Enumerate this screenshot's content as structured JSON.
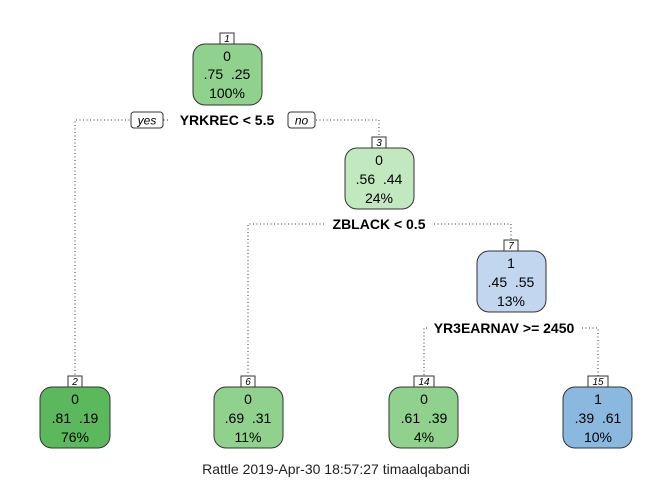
{
  "colors": {
    "green_dark": "#5cb85c",
    "green_mid": "#8fd18d",
    "green_light": "#c2e8bf",
    "blue_light": "#c2d6ef",
    "blue_mid": "#8ab8df",
    "edge": "#333333"
  },
  "nodes": [
    {
      "id": "1",
      "klass": "0",
      "probs": ".75  .25",
      "pct": "100%"
    },
    {
      "id": "3",
      "klass": "0",
      "probs": ".56  .44",
      "pct": "24%"
    },
    {
      "id": "7",
      "klass": "1",
      "probs": ".45  .55",
      "pct": "13%"
    },
    {
      "id": "2",
      "klass": "0",
      "probs": ".81  .19",
      "pct": "76%"
    },
    {
      "id": "6",
      "klass": "0",
      "probs": ".69  .31",
      "pct": "11%"
    },
    {
      "id": "14",
      "klass": "0",
      "probs": ".61  .39",
      "pct": "4%"
    },
    {
      "id": "15",
      "klass": "1",
      "probs": ".39  .61",
      "pct": "10%"
    }
  ],
  "splits": {
    "root": "YRKREC < 5.5",
    "node3": "ZBLACK < 0.5",
    "node7": "YR3EARNAV >= 2450"
  },
  "branch_labels": {
    "yes": "yes",
    "no": "no"
  },
  "footer": "Rattle 2019-Apr-30 18:57:27 timaalqabandi"
}
